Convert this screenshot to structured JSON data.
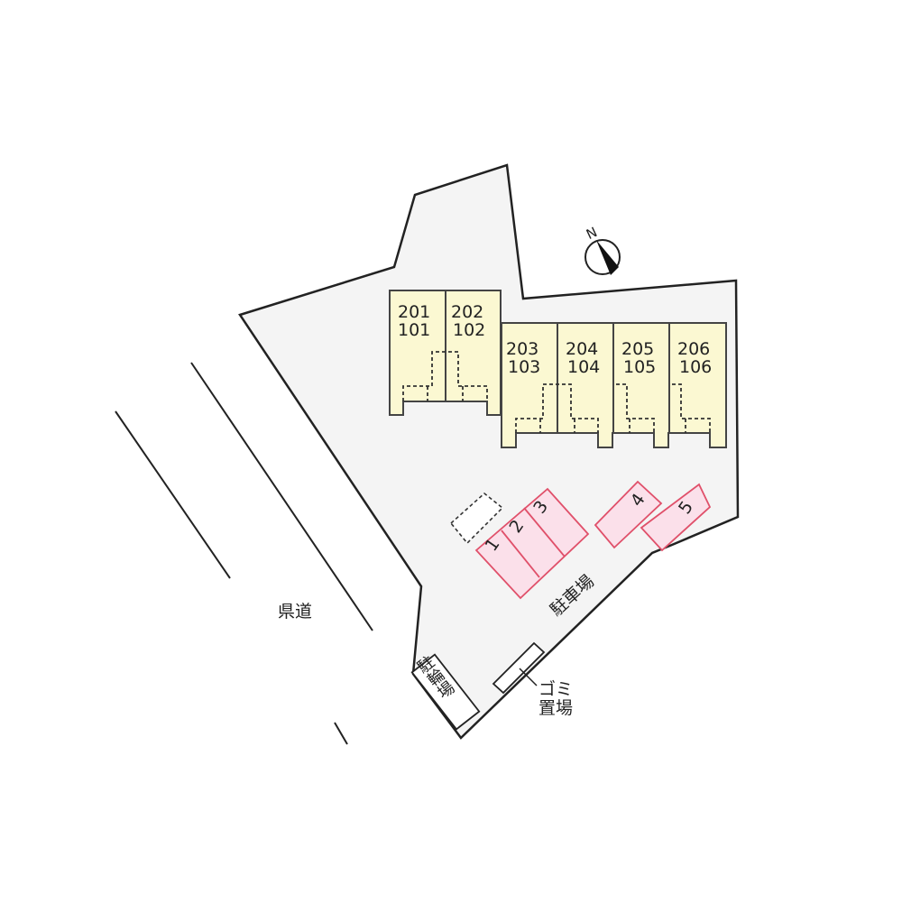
{
  "colors": {
    "site_fill": "#f4f4f4",
    "building_fill": "#fbf8d2",
    "parking_fill": "#fbe0ea",
    "parking_stroke": "#e0506a",
    "line": "#222222"
  },
  "compass": {
    "label": "N",
    "icon": "north-arrow-icon"
  },
  "road_label": "県道",
  "units": [
    {
      "upper": "201",
      "lower": "101"
    },
    {
      "upper": "202",
      "lower": "102"
    },
    {
      "upper": "203",
      "lower": "103"
    },
    {
      "upper": "204",
      "lower": "104"
    },
    {
      "upper": "205",
      "lower": "105"
    },
    {
      "upper": "206",
      "lower": "106"
    }
  ],
  "parking": {
    "label": "駐車場",
    "spaces": [
      "1",
      "2",
      "3",
      "4",
      "5"
    ]
  },
  "bicycle_parking_label": "駐輪場",
  "garbage": {
    "line1": "ゴミ",
    "line2": "置場"
  }
}
